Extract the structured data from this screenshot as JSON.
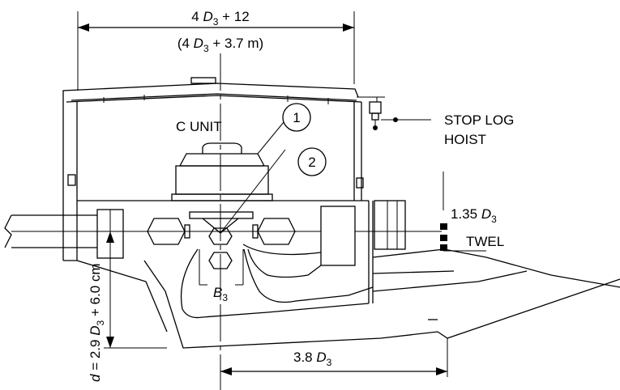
{
  "dimensions": {
    "top_width": {
      "prefix": "4 ",
      "var": "D",
      "sub": "3",
      "suffix": " + 12"
    },
    "top_width_metric": {
      "prefix": "(4 ",
      "var": "D",
      "sub": "3",
      "suffix": " + 3.7 m)"
    },
    "elevation": {
      "prefix": "1.35 ",
      "var": "D",
      "sub": "3"
    },
    "runner_width": {
      "var": "B",
      "sub": "3"
    },
    "draft_tube_length": {
      "prefix": "3.8 ",
      "var": "D",
      "sub": "3"
    },
    "depth": {
      "var": "d",
      "mid": " = 2.9 ",
      "var2": "D",
      "sub": "3",
      "suffix": " + 6.0 cm"
    }
  },
  "labels": {
    "unit": "C UNIT",
    "stop_log_line1": "STOP LOG",
    "stop_log_line2": "HOIST",
    "twel": "TWEL"
  },
  "callouts": {
    "one": "1",
    "two": "2"
  }
}
